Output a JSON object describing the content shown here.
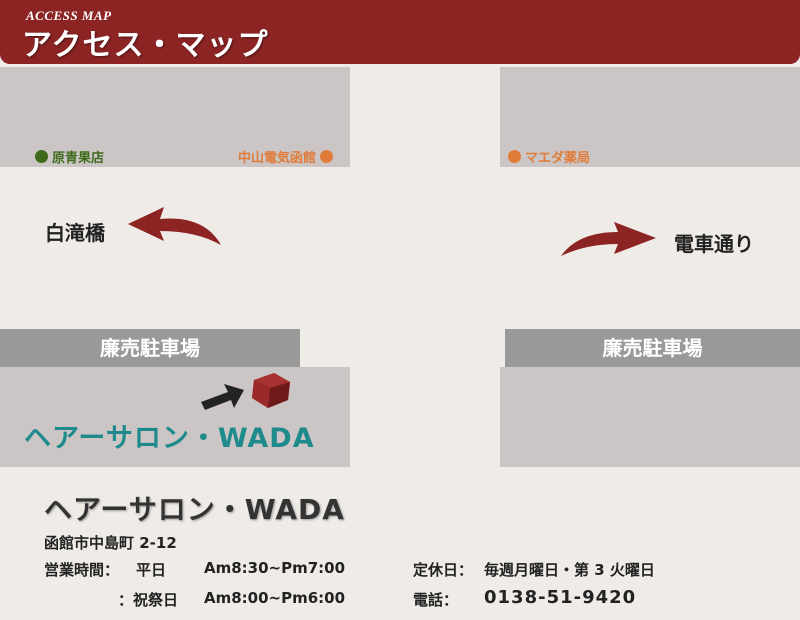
{
  "header": {
    "subtitle_en": "ACCESS MAP",
    "title": "アクセス・マップ"
  },
  "colors": {
    "brand": "#8c2424",
    "block": "#cbc6c5",
    "parking": "#9a9999",
    "salon": "#1f8a8c",
    "poi_green": "#3d6b1b",
    "poi_orange": "#e07b39"
  },
  "map": {
    "pois": {
      "harao": "原青果店",
      "nakayama": "中山電気函館",
      "maeda": "マエダ薬局"
    },
    "directions": {
      "left": "白滝橋",
      "right": "電車通り"
    },
    "parking": {
      "left": "廉売駐車場",
      "right": "廉売駐車場"
    },
    "salon_label": "ヘアーサロン・WADA"
  },
  "info": {
    "name": "ヘアーサロン・WADA",
    "address": "函館市中島町 2-12",
    "hours_label": "営業時間：",
    "weekday_label": "平日",
    "weekday_hours": "Am8:30~Pm7:00",
    "holiday_label": "：祝祭日",
    "holiday_hours": "Am8:00~Pm6:00",
    "closed_label": "定休日：",
    "closed_value": "毎週月曜日・第 3 火曜日",
    "phone_label": "電話：",
    "phone_value": "0138-51-9420"
  }
}
